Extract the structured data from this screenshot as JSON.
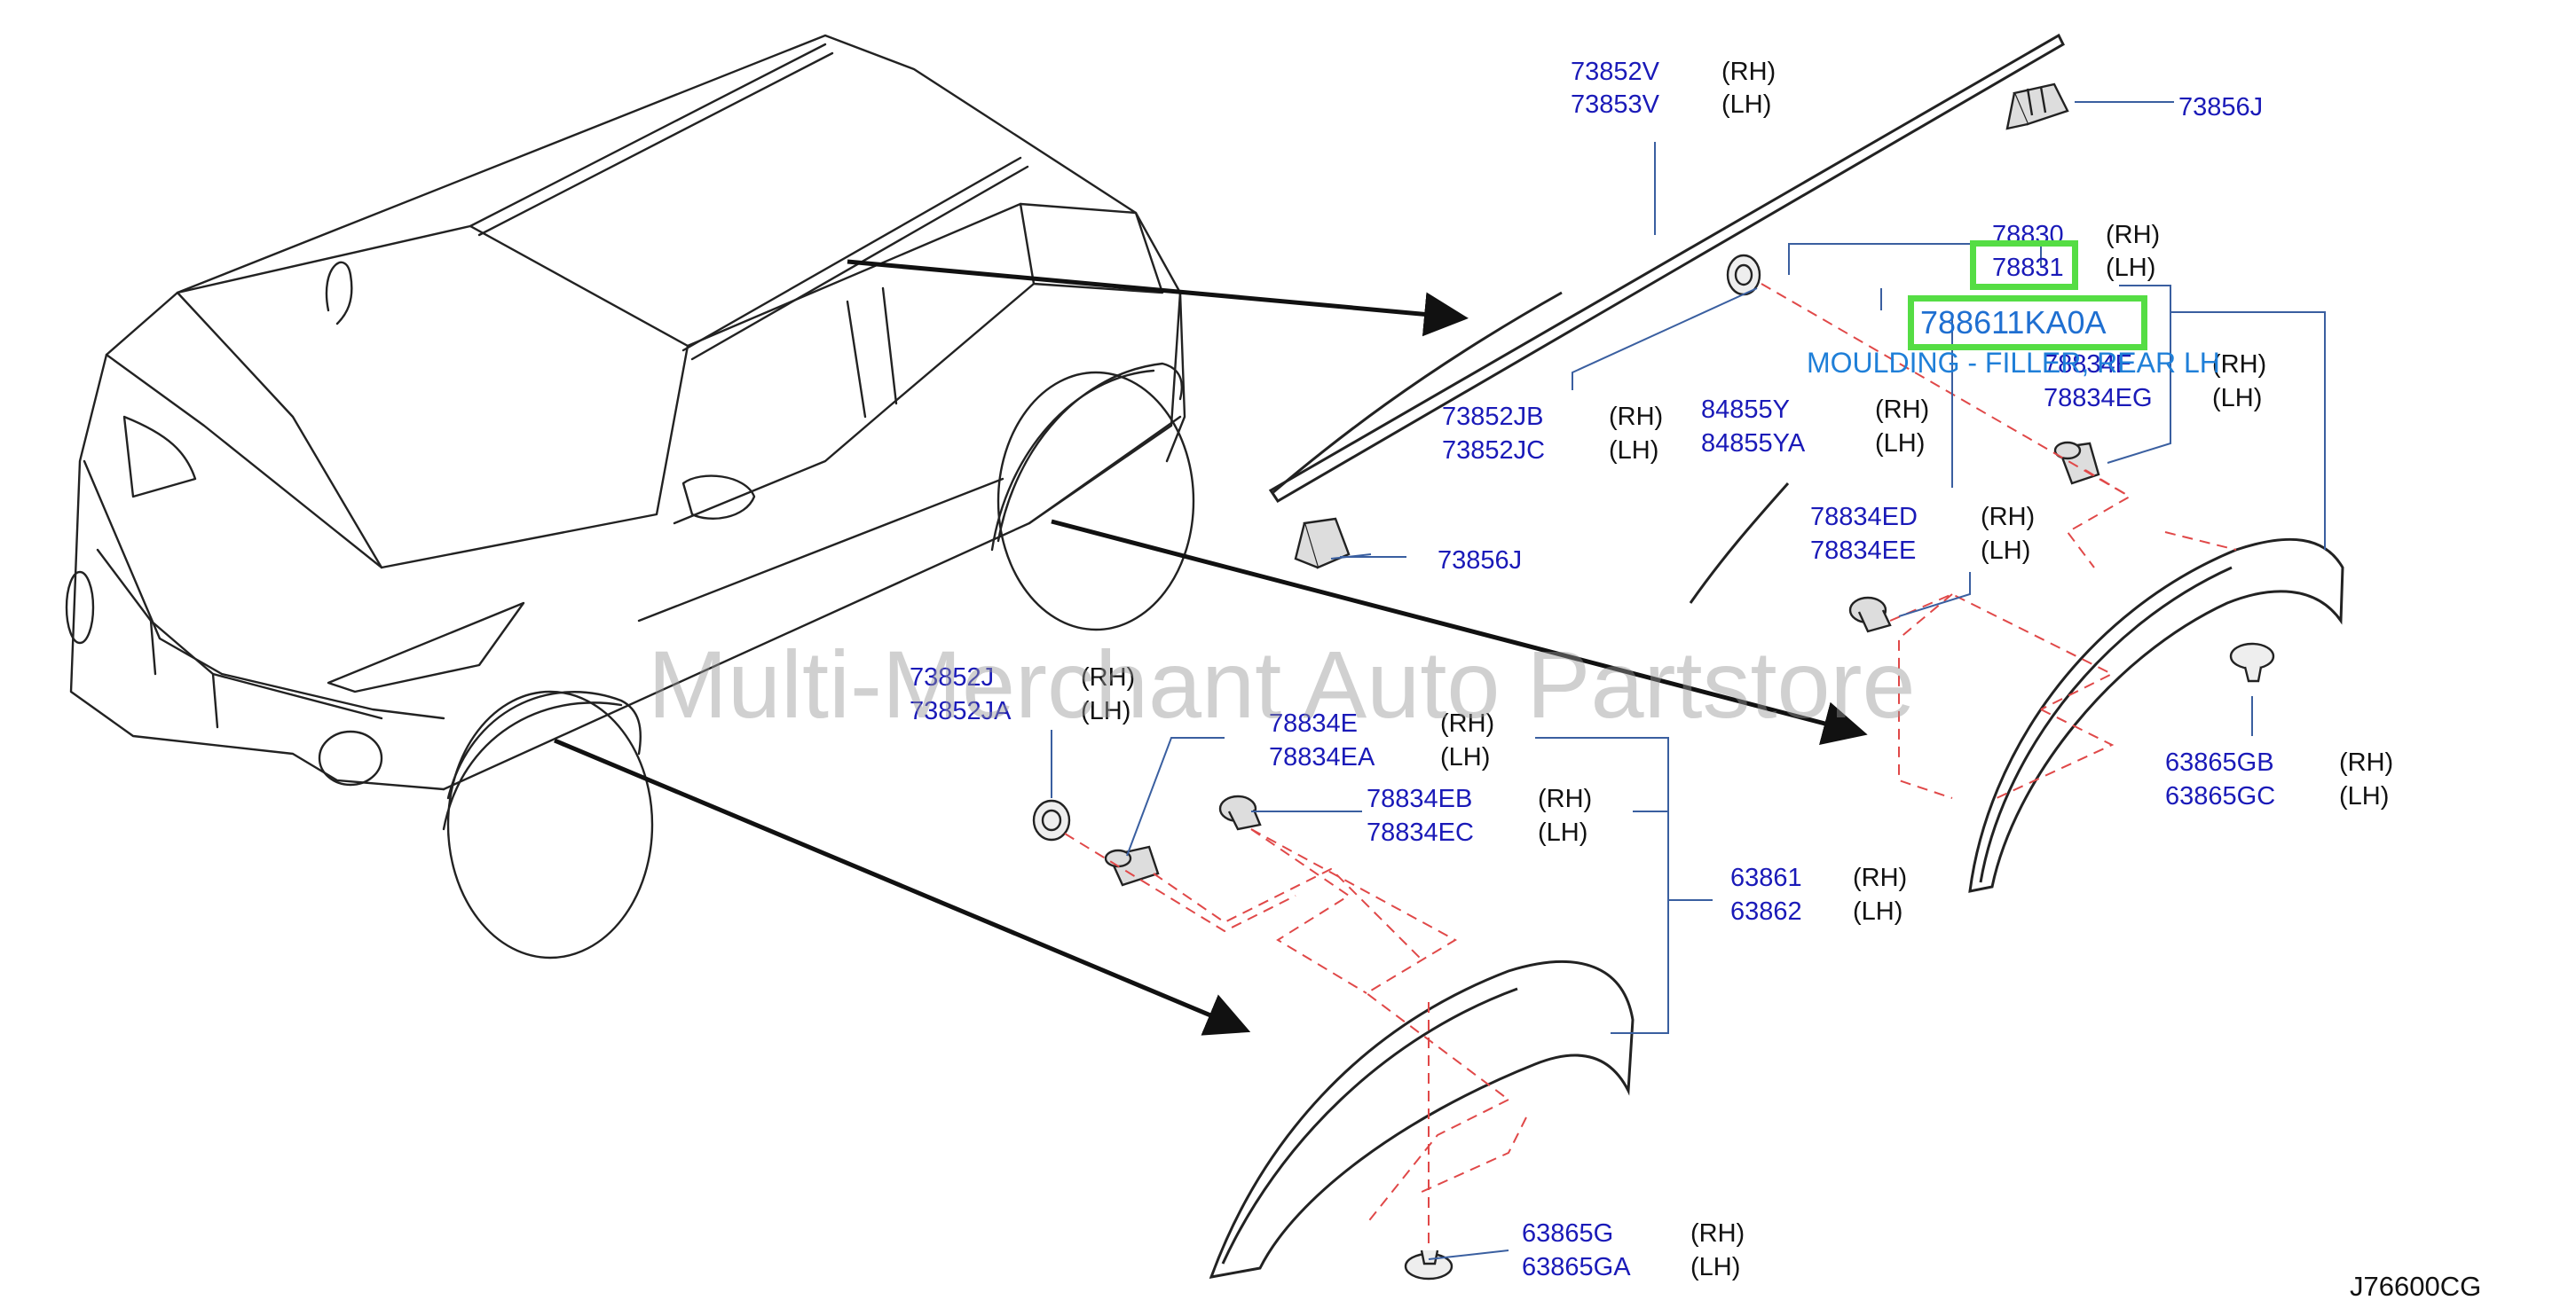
{
  "callouts": [
    {
      "part": "73852V",
      "side": "(RH)"
    },
    {
      "part": "73853V",
      "side": "(LH)"
    },
    {
      "part": "73856J",
      "side": ""
    },
    {
      "part": "78830",
      "side": "(RH)"
    },
    {
      "part": "78831",
      "side": "(LH)"
    },
    {
      "part": "78834E",
      "side": "(RH)"
    },
    {
      "part": "78834EG",
      "side": "(LH)"
    },
    {
      "part": "73852JB",
      "side": "(RH)"
    },
    {
      "part": "73852JC",
      "side": "(LH)"
    },
    {
      "part": "84855Y",
      "side": "(RH)"
    },
    {
      "part": "84855YA",
      "side": "(LH)"
    },
    {
      "part": "78834ED",
      "side": "(RH)"
    },
    {
      "part": "78834EE",
      "side": "(LH)"
    },
    {
      "part": "73856J",
      "side": ""
    },
    {
      "part": "73852J",
      "side": "(RH)"
    },
    {
      "part": "73852JA",
      "side": "(LH)"
    },
    {
      "part": "78834E",
      "side": "(RH)"
    },
    {
      "part": "78834EA",
      "side": "(LH)"
    },
    {
      "part": "78834EB",
      "side": "(RH)"
    },
    {
      "part": "78834EC",
      "side": "(LH)"
    },
    {
      "part": "63861",
      "side": "(RH)"
    },
    {
      "part": "63862",
      "side": "(LH)"
    },
    {
      "part": "63865GB",
      "side": "(RH)"
    },
    {
      "part": "63865GC",
      "side": "(LH)"
    },
    {
      "part": "63865G",
      "side": "(RH)"
    },
    {
      "part": "63865GA",
      "side": "(LH)"
    }
  ],
  "highlight": {
    "part_number": "788611KA0A",
    "description": "MOULDING - FILLER, REAR LH"
  },
  "watermark": "Multi-Merchant Auto Partstore",
  "diagram_code": "J76600CG",
  "colors": {
    "part_number": "#1a1ab8",
    "highlight_box": "#55dd44",
    "highlight_text": "#1f6fd1",
    "leader_line": "#3a5fa0",
    "dashed_line": "#e04848",
    "outline": "#222222"
  }
}
